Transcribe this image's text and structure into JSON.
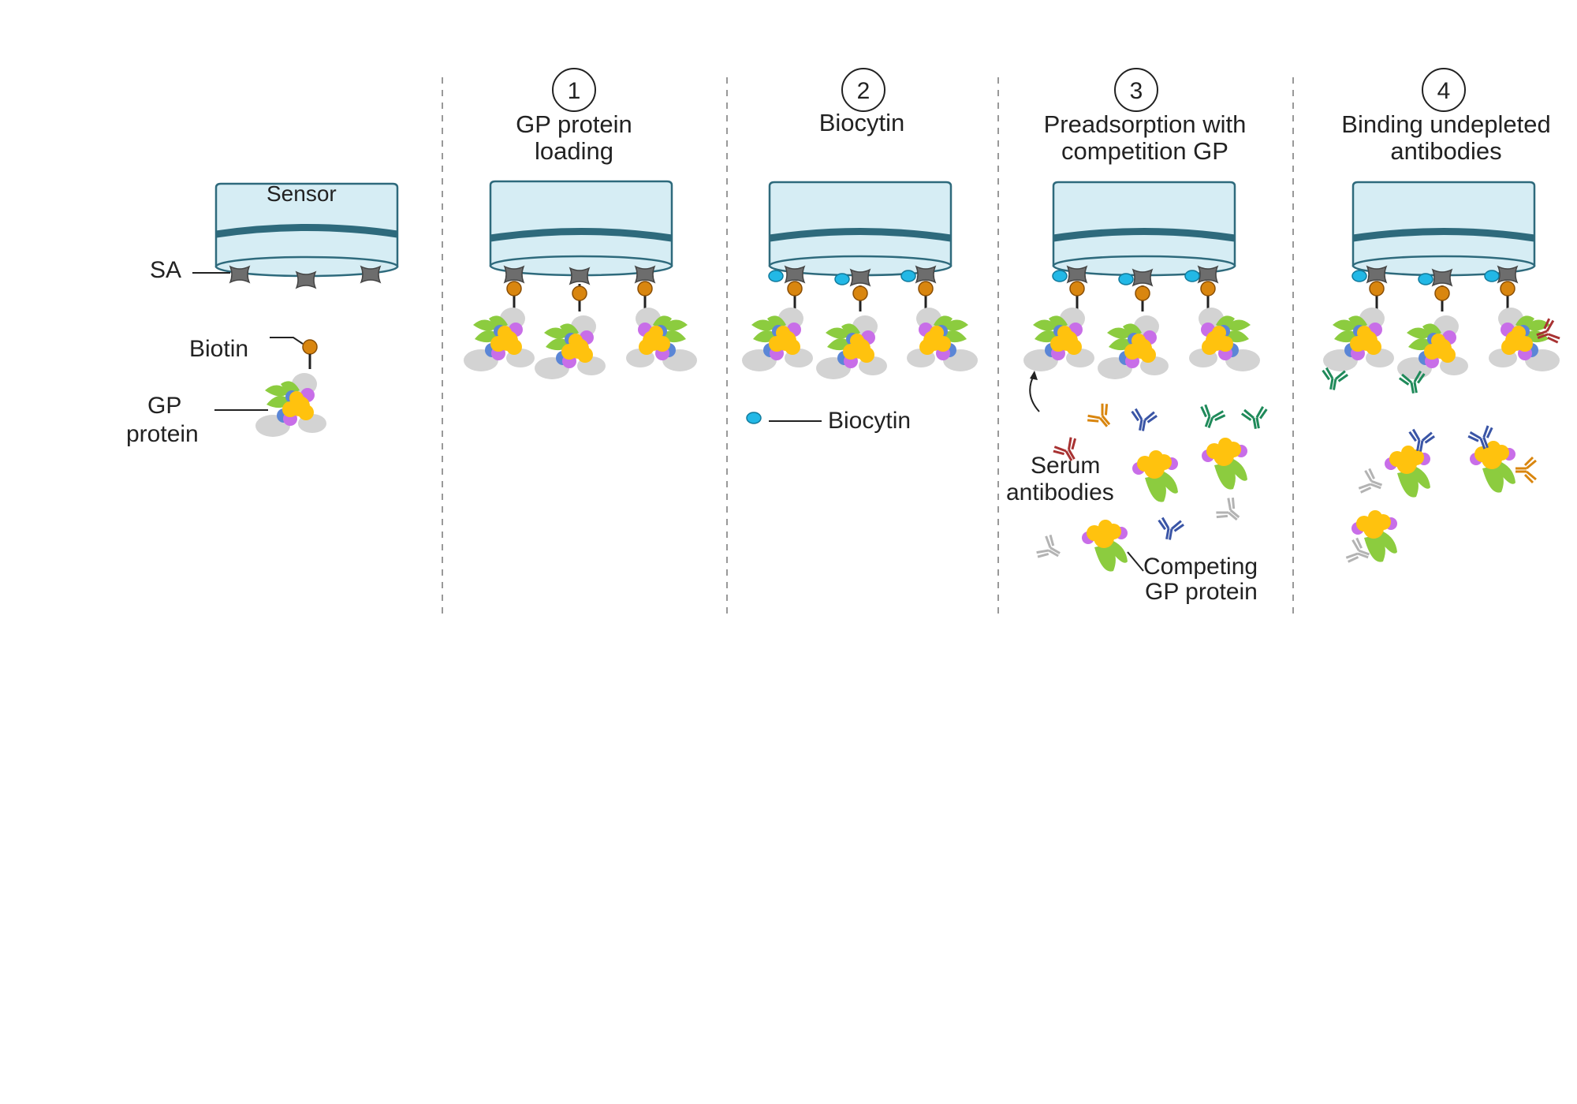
{
  "legend": {
    "sensor": "Sensor",
    "sa": "SA",
    "biotin": "Biotin",
    "gp_line1": "GP",
    "gp_line2": "protein"
  },
  "steps": [
    {
      "number": "1",
      "title_line1": "GP protein",
      "title_line2": "loading"
    },
    {
      "number": "2",
      "title_line1": "Biocytin",
      "title_line2": ""
    },
    {
      "number": "3",
      "title_line1": "Preadsorption with",
      "title_line2": "competition GP"
    },
    {
      "number": "4",
      "title_line1": "Binding undepleted",
      "title_line2": "antibodies"
    }
  ],
  "labels": {
    "biocytin": "Biocytin",
    "serum_line1": "Serum",
    "serum_line2": "antibodies",
    "competing_line1": "Competing",
    "competing_line2": "GP protein"
  },
  "colors": {
    "sensor_fill": "#d6edf4",
    "sensor_stroke": "#2e6a7c",
    "sensor_band": "#2e6a7c",
    "sa": "#6d6d6d",
    "biotin": "#d9860f",
    "biocytin": "#22b8e6",
    "gp_yellow": "#ffc20e",
    "gp_green": "#8ccc3f",
    "gp_purple": "#c86ee8",
    "gp_blue": "#5b86d6",
    "gp_gray": "#d3d3d3",
    "ab_red": "#a83232",
    "ab_orange": "#d9860f",
    "ab_blue": "#3a55a6",
    "ab_green": "#1f8a5a",
    "ab_gray": "#b3b3b3",
    "divider": "#999999"
  }
}
